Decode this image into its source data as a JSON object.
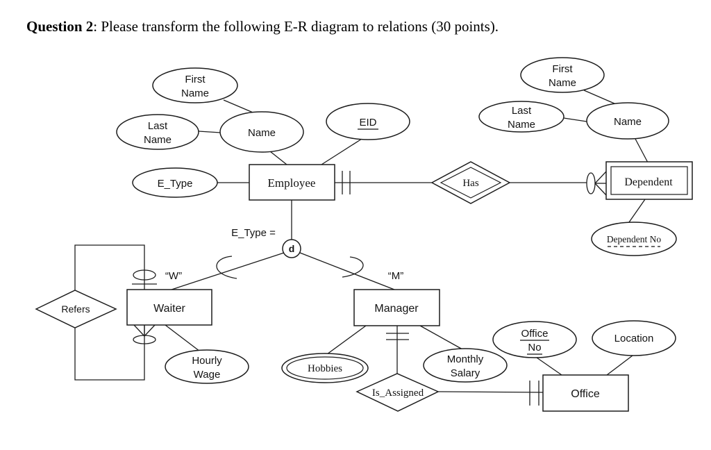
{
  "title": {
    "number": "Question 2",
    "text": ": Please transform the following E-R diagram to relations (30 points)."
  },
  "diagram": {
    "entities": {
      "employee": {
        "label": "Employee"
      },
      "dependent": {
        "label": "Dependent"
      },
      "waiter": {
        "label": "Waiter"
      },
      "manager": {
        "label": "Manager"
      },
      "office": {
        "label": "Office"
      }
    },
    "relationships": {
      "has": {
        "label": "Has"
      },
      "refers": {
        "label": "Refers"
      },
      "is_assigned": {
        "label": "Is_Assigned"
      }
    },
    "attributes": {
      "emp_first_name": {
        "lines": [
          "First",
          "Name"
        ]
      },
      "emp_last_name": {
        "lines": [
          "Last",
          "Name"
        ]
      },
      "emp_name": {
        "label": "Name"
      },
      "emp_eid": {
        "label": "EID"
      },
      "emp_e_type": {
        "label": "E_Type"
      },
      "dep_first_name": {
        "lines": [
          "First",
          "Name"
        ]
      },
      "dep_last_name": {
        "lines": [
          "Last",
          "Name"
        ]
      },
      "dep_name": {
        "label": "Name"
      },
      "dependent_no": {
        "label": "Dependent No"
      },
      "hourly_wage": {
        "lines": [
          "Hourly",
          "Wage"
        ]
      },
      "hobbies": {
        "label": "Hobbies"
      },
      "monthly_salary": {
        "lines": [
          "Monthly",
          "Salary"
        ]
      },
      "office_no": {
        "lines": [
          "Office",
          "No"
        ]
      },
      "location": {
        "label": "Location"
      }
    },
    "specialization": {
      "condition": "E_Type =",
      "symbol": "d",
      "waiter_tag": "“W”",
      "manager_tag": "“M”"
    }
  }
}
